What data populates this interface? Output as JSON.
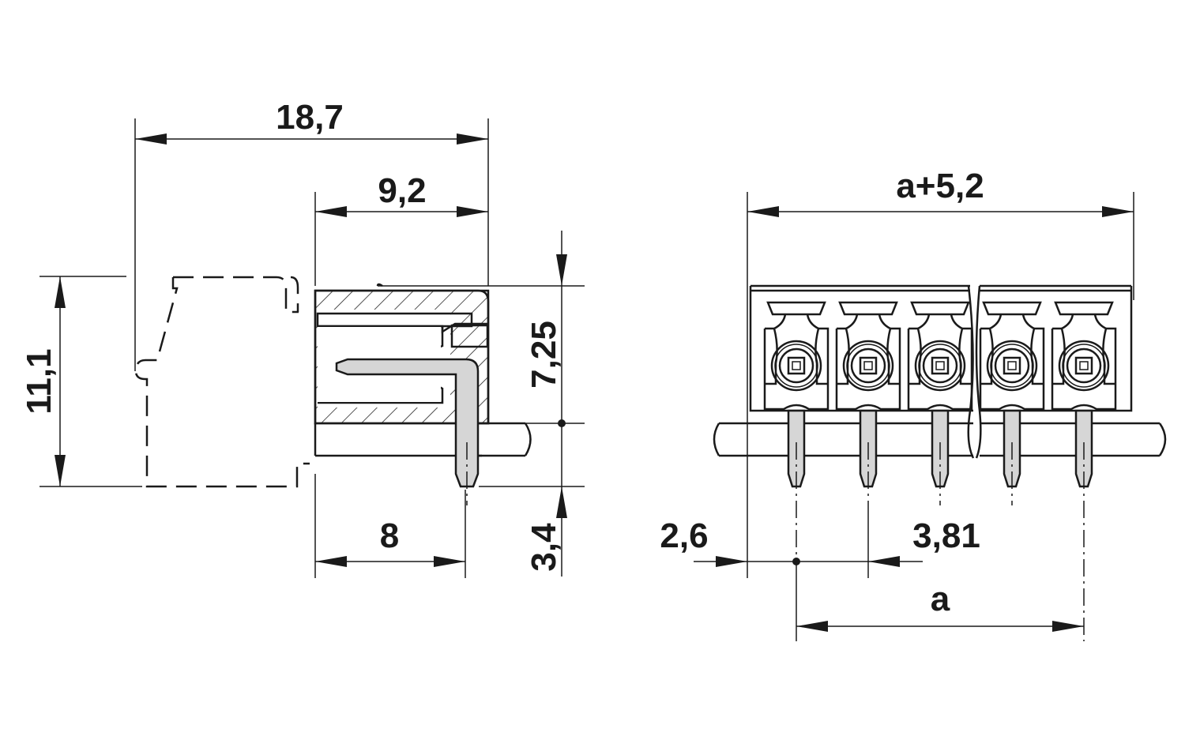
{
  "drawing": {
    "side_view": {
      "dim_total_depth": "18,7",
      "dim_body_depth": "9,2",
      "dim_height_above_board": "7,25",
      "dim_total_height": "11,1",
      "dim_pin_offset": "8",
      "dim_pin_length": "3,4"
    },
    "front_view": {
      "dim_total_width": "a+5,2",
      "dim_edge_offset": "2,6",
      "dim_pitch": "3,81",
      "dim_pin_span": "a",
      "positions_shown": 5
    },
    "colors": {
      "line": "#1a1a1a",
      "pin_fill": "#d6d6d6"
    }
  }
}
